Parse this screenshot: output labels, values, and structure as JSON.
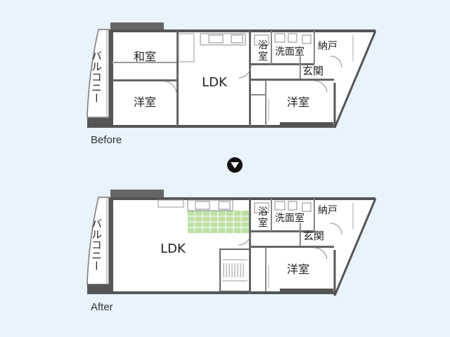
{
  "before": {
    "caption": "Before",
    "rooms": {
      "washitsu": "和室",
      "youshitsu_left": "洋室",
      "ldk": "LDK",
      "youshitsu_right": "洋室",
      "yoku_top": "浴",
      "yoku_bottom": "室",
      "senmenshitsu": "洗面室",
      "nando": "納戸",
      "genkan": "玄関",
      "balcony": "バルコニー"
    }
  },
  "after": {
    "caption": "After",
    "rooms": {
      "ldk": "LDK",
      "youshitsu_right": "洋室",
      "yoku_top": "浴",
      "yoku_bottom": "室",
      "senmenshitsu": "洗面室",
      "nando": "納戸",
      "genkan": "玄関",
      "balcony": "バルコニー"
    }
  },
  "colors": {
    "background": "#e9f3fb",
    "wall": "#555555",
    "room_fill": "#ffffff",
    "kitchen_tile": "#bfe0a4",
    "arrow": "#111111"
  },
  "icons": {
    "transition": "down-arrow-icon"
  }
}
